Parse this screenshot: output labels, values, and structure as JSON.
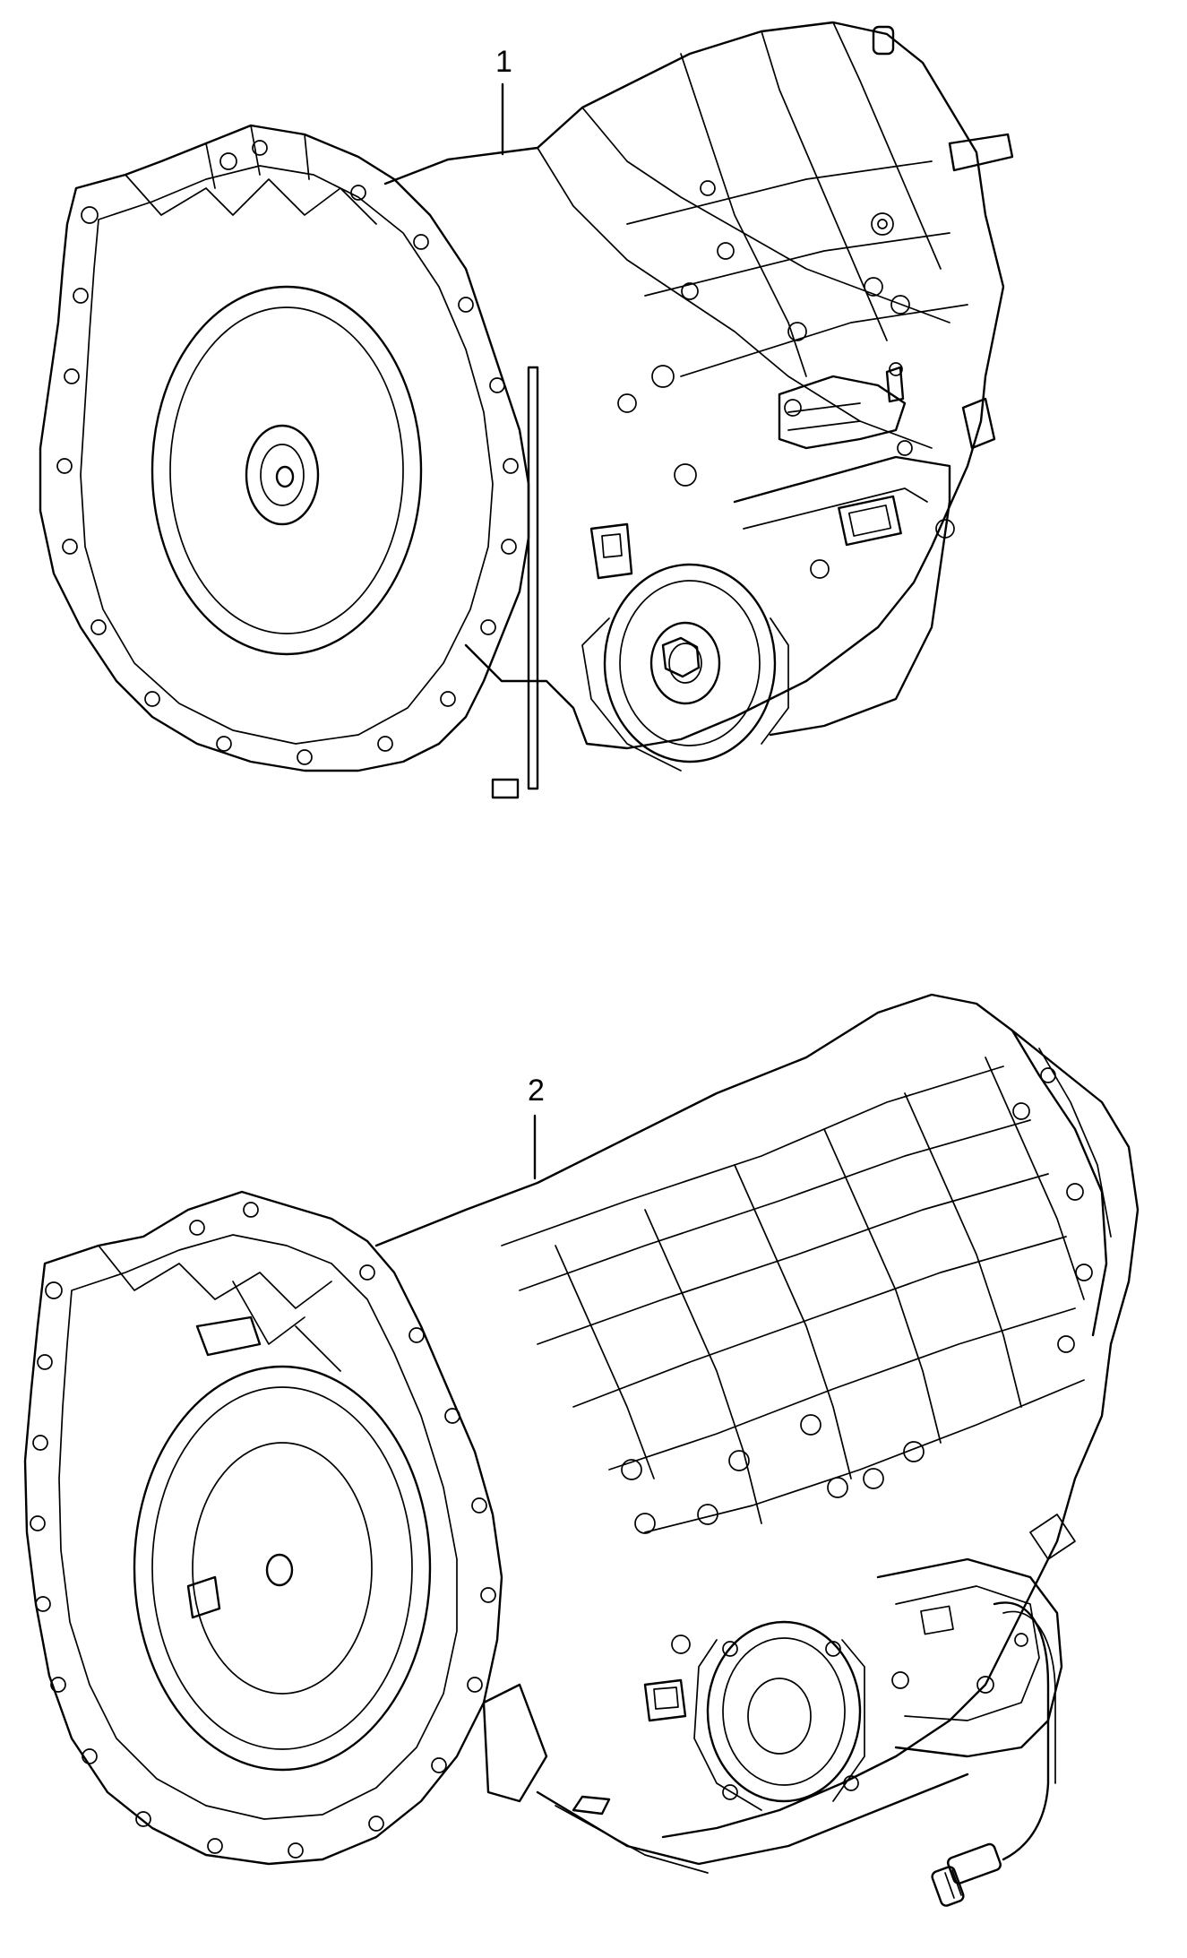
{
  "diagram": {
    "parts": [
      {
        "id": "1",
        "label": "1",
        "description_icon": "automatic-transmission-assembly"
      },
      {
        "id": "2",
        "label": "2",
        "description_icon": "automatic-transmission-assembly"
      }
    ],
    "colors": {
      "ink": "#000000",
      "background": "#ffffff"
    }
  }
}
